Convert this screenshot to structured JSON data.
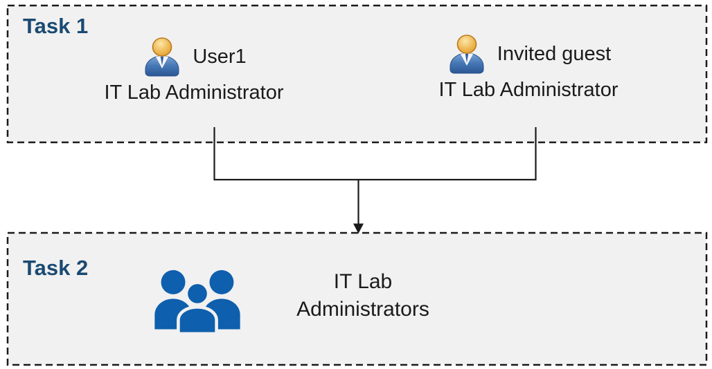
{
  "diagram": {
    "task1": {
      "label": "Task 1",
      "users": [
        {
          "name": "User1",
          "role": "IT Lab Administrator",
          "icon": "user-icon"
        },
        {
          "name": "Invited guest",
          "role": "IT Lab Administrator",
          "icon": "user-icon"
        }
      ]
    },
    "connector": {
      "description": "lines from both Task 1 users merge and arrow points into Task 2 group",
      "icon": "arrow-down-icon"
    },
    "task2": {
      "label": "Task 2",
      "group": {
        "name": "IT Lab Administrators",
        "lines": [
          "IT Lab",
          "Administrators"
        ],
        "icon": "group-icon"
      }
    }
  },
  "colors": {
    "task_label": "#1A4A72",
    "box_background": "#F1F1F1",
    "box_border": "#1A1A1A",
    "text": "#1A1A1A",
    "connector": "#1A1A1A",
    "group_icon_blue": "#0E5FAD",
    "user_icon_head_orange": "#E8A33D",
    "user_icon_body_blue": "#3B6BA8"
  }
}
